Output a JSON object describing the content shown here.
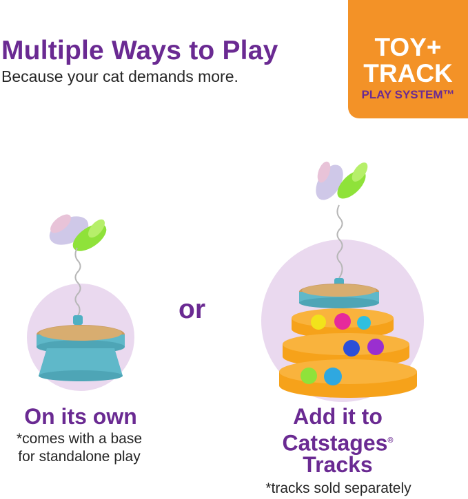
{
  "header": {
    "headline": "Multiple Ways to Play",
    "subhead": "Because your cat demands more."
  },
  "badge": {
    "line1": "TOY+",
    "line2": "TRACK",
    "line3": "PLAY SYSTEM™",
    "color": "#f39227",
    "text_color": "#6a2a92"
  },
  "divider_word": "or",
  "left_option": {
    "title": "On its own",
    "note_line1": "*comes with a base",
    "note_line2": "for standalone play",
    "illustration": "cat-toy-with-base"
  },
  "right_option": {
    "title_line1": "Add it to",
    "title_line2": "Catstages",
    "title_mark": "®",
    "title_line3": "Tracks",
    "note": "*tracks sold separately",
    "illustration": "cat-toy-on-track-tower"
  },
  "colors": {
    "purple": "#6a2a92",
    "lavender": "#ead9ef",
    "teal": "#5fb8c9",
    "orange_track": "#f6a21a"
  }
}
